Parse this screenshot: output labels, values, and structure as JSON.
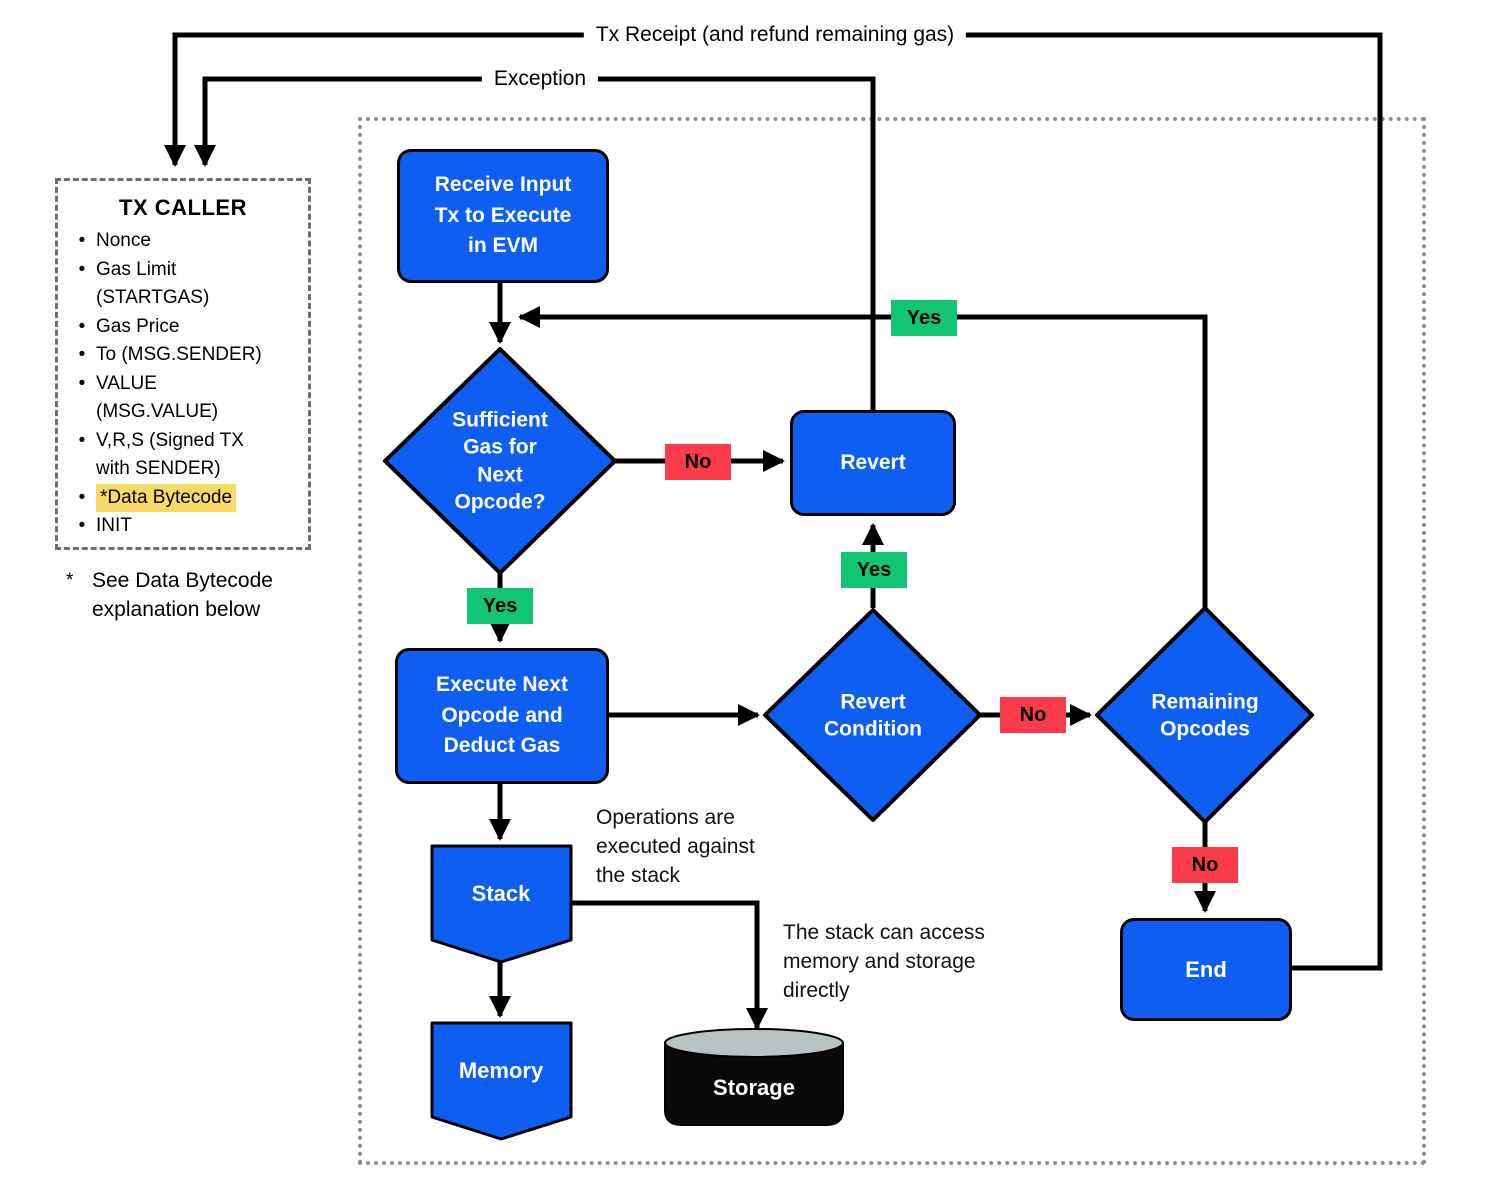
{
  "colors": {
    "node_blue": "#0e5ef2",
    "yes_green": "#12c573",
    "no_red": "#f93b4b",
    "line_black": "#000000",
    "highlight_yellow": "#f9da64",
    "storage_body_black": "#0a0a0a",
    "storage_top_gray": "#b8c4c3",
    "frame_dot_gray": "#8f8f8f"
  },
  "top_links": {
    "tx_receipt": "Tx Receipt (and refund remaining gas)",
    "exception": "Exception"
  },
  "tx_caller": {
    "title": "TX CALLER",
    "items": [
      {
        "text": "Nonce",
        "highlighted": false
      },
      {
        "text": "Gas Limit\n(STARTGAS)",
        "highlighted": false
      },
      {
        "text": "Gas Price",
        "highlighted": false
      },
      {
        "text": "To (MSG.SENDER)",
        "highlighted": false
      },
      {
        "text": "VALUE\n(MSG.VALUE)",
        "highlighted": false
      },
      {
        "text": "V,R,S (Signed TX\nwith SENDER)",
        "highlighted": false
      },
      {
        "text": "*Data Bytecode",
        "highlighted": true
      },
      {
        "text": "INIT",
        "highlighted": false
      }
    ],
    "footnote_marker": "*",
    "footnote": "See Data Bytecode\nexplanation below"
  },
  "nodes": {
    "receive": "Receive Input\nTx to Execute\nin EVM",
    "sufficient_gas": "Sufficient\nGas for\nNext\nOpcode?",
    "revert": "Revert",
    "execute": "Execute Next\nOpcode and\nDeduct Gas",
    "revert_condition": "Revert\nCondition",
    "remaining_opcodes": "Remaining\nOpcodes",
    "end": "End",
    "stack": "Stack",
    "memory": "Memory",
    "storage": "Storage"
  },
  "edge_labels": {
    "yes": "Yes",
    "no": "No"
  },
  "annotations": {
    "stack_ops": "Operations are\nexecuted against\nthe stack",
    "stack_access": "The stack can access\nmemory and storage\ndirectly"
  }
}
